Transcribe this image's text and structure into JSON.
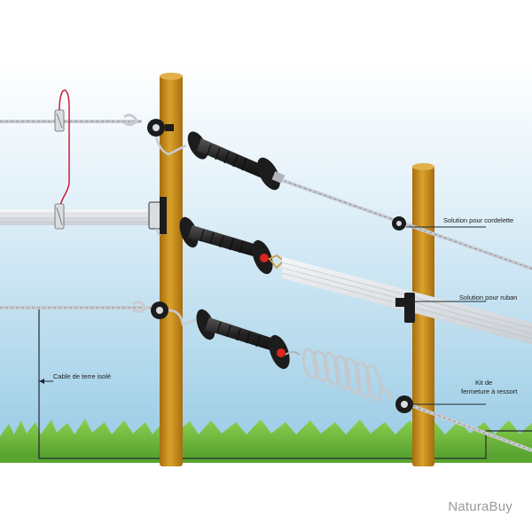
{
  "labels": {
    "cordelette": "Solution pour cordelette",
    "ruban": "Solution pour ruban",
    "kit_line1": "Kit de",
    "kit_line2": "fermeture à ressort",
    "cable": "Cable de terre isolé"
  },
  "watermark": "NaturaBuy",
  "colors": {
    "sky_top": "#ffffff",
    "sky_bottom": "#a9d4ea",
    "grass": "#6cb53a",
    "post": "#c9911c",
    "handle": "#2b2b2b",
    "insulator_accent": "#d8261f",
    "wire": "#c8ccd2"
  }
}
